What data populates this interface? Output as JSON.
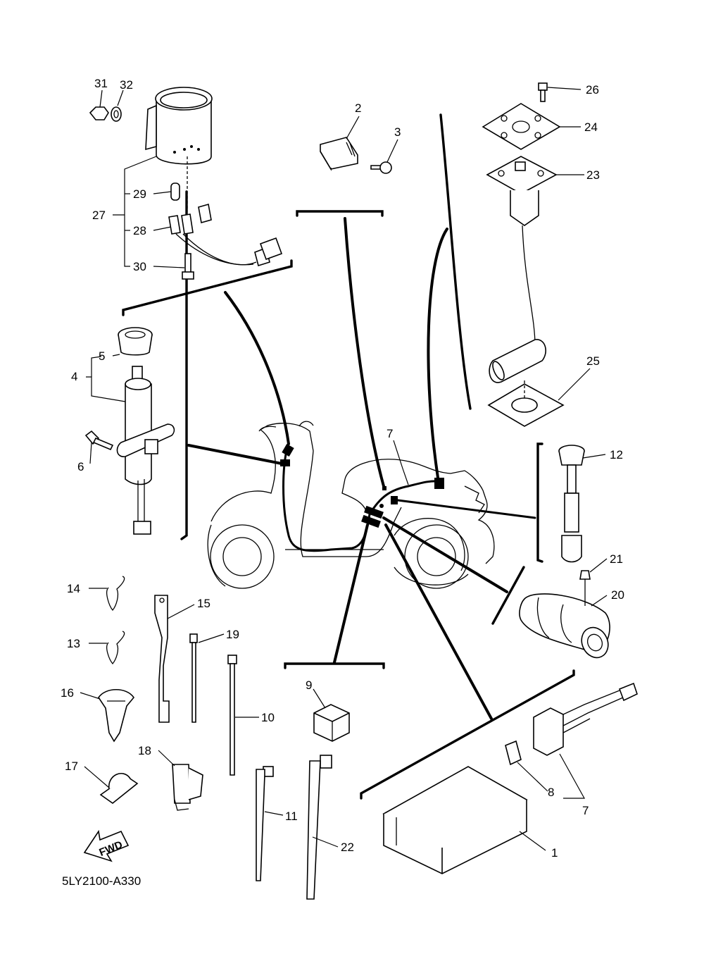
{
  "diagram": {
    "drawing_code": "5LY2100-A330",
    "fwd_label": "FWD",
    "callouts": [
      {
        "id": "c1",
        "text": "1"
      },
      {
        "id": "c2",
        "text": "2"
      },
      {
        "id": "c3",
        "text": "3"
      },
      {
        "id": "c4",
        "text": "4"
      },
      {
        "id": "c5",
        "text": "5"
      },
      {
        "id": "c6",
        "text": "6"
      },
      {
        "id": "c7a",
        "text": "7"
      },
      {
        "id": "c7b",
        "text": "7"
      },
      {
        "id": "c8",
        "text": "8"
      },
      {
        "id": "c9",
        "text": "9"
      },
      {
        "id": "c10",
        "text": "10"
      },
      {
        "id": "c11",
        "text": "11"
      },
      {
        "id": "c12",
        "text": "12"
      },
      {
        "id": "c13",
        "text": "13"
      },
      {
        "id": "c14",
        "text": "14"
      },
      {
        "id": "c15",
        "text": "15"
      },
      {
        "id": "c16",
        "text": "16"
      },
      {
        "id": "c17",
        "text": "17"
      },
      {
        "id": "c18",
        "text": "18"
      },
      {
        "id": "c19",
        "text": "19"
      },
      {
        "id": "c20",
        "text": "20"
      },
      {
        "id": "c21",
        "text": "21"
      },
      {
        "id": "c22",
        "text": "22"
      },
      {
        "id": "c23",
        "text": "23"
      },
      {
        "id": "c24",
        "text": "24"
      },
      {
        "id": "c25",
        "text": "25"
      },
      {
        "id": "c26",
        "text": "26"
      },
      {
        "id": "c27",
        "text": "27"
      },
      {
        "id": "c28",
        "text": "28"
      },
      {
        "id": "c29",
        "text": "29"
      },
      {
        "id": "c30",
        "text": "30"
      },
      {
        "id": "c31",
        "text": "31"
      },
      {
        "id": "c32",
        "text": "32"
      }
    ]
  }
}
